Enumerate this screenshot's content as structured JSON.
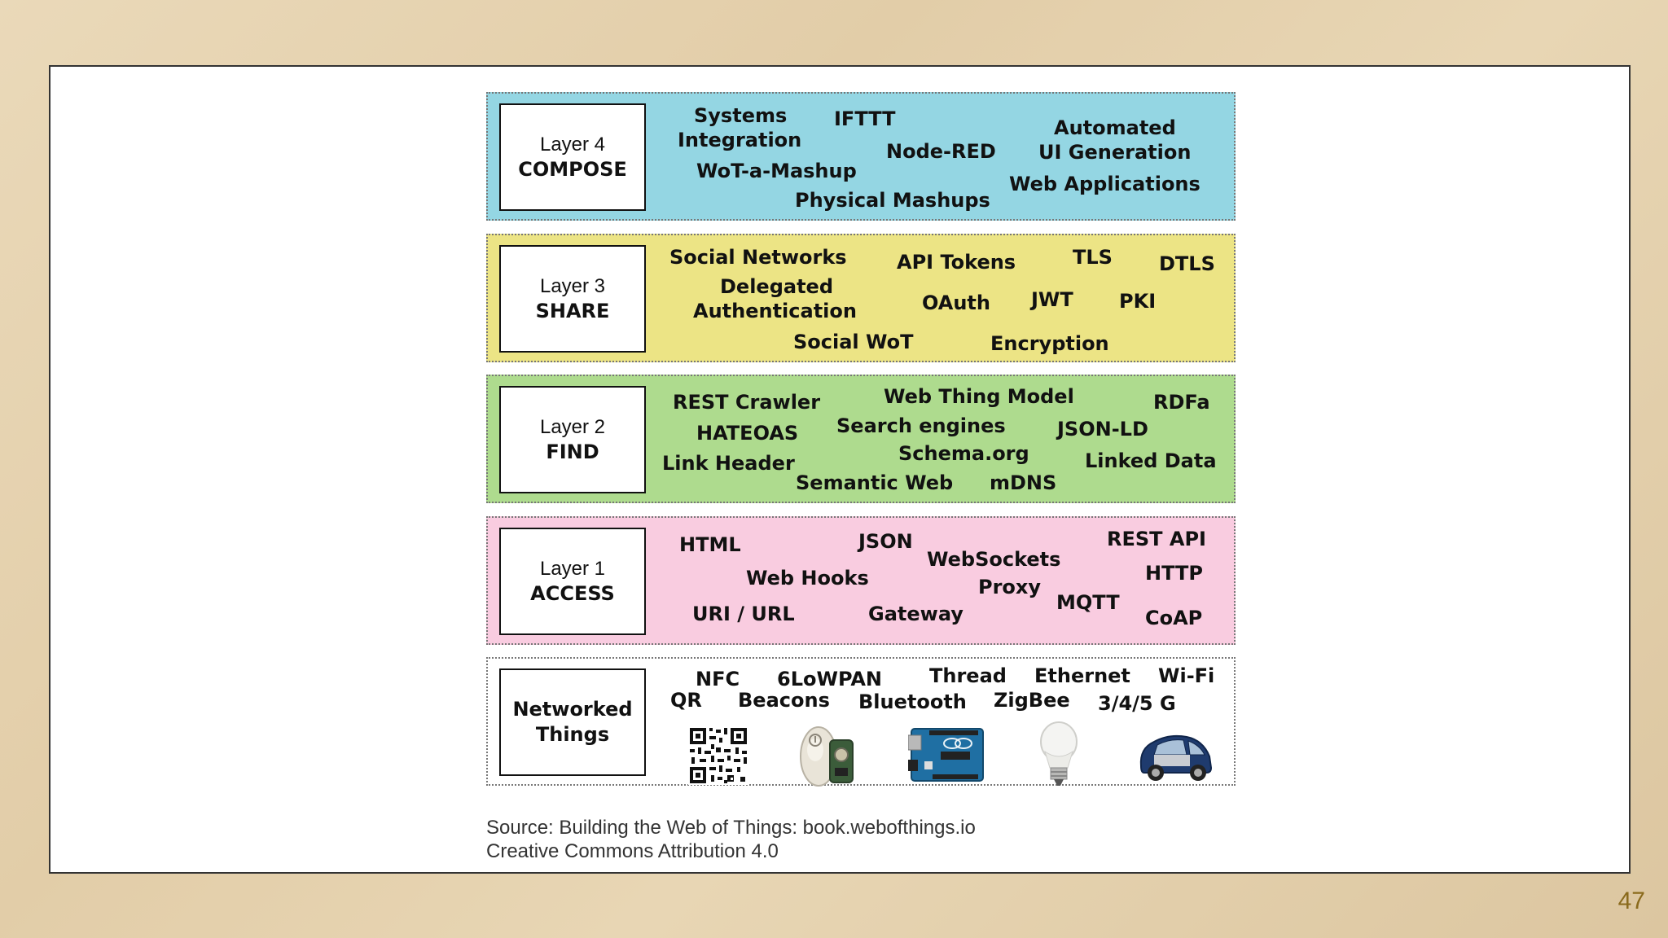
{
  "colors": {
    "layer4": "#94d6e3",
    "layer3": "#ece485",
    "layer2": "#aedb8e",
    "layer1": "#f9cce0",
    "networked": "#ffffff"
  },
  "layers": {
    "layer4": {
      "num": "Layer 4",
      "name": "COMPOSE",
      "terms": [
        "Systems",
        "Integration",
        "IFTTT",
        "Automated",
        "UI Generation",
        "Node-RED",
        "WoT-a-Mashup",
        "Physical Mashups",
        "Web Applications"
      ]
    },
    "layer3": {
      "num": "Layer 3",
      "name": "SHARE",
      "terms": [
        "Social Networks",
        "API Tokens",
        "TLS",
        "DTLS",
        "Delegated",
        "Authentication",
        "OAuth",
        "JWT",
        "PKI",
        "Social WoT",
        "Encryption"
      ]
    },
    "layer2": {
      "num": "Layer 2",
      "name": "FIND",
      "terms": [
        "REST Crawler",
        "Web Thing Model",
        "RDFa",
        "HATEOAS",
        "Search engines",
        "JSON-LD",
        "Schema.org",
        "Link Header",
        "Linked Data",
        "Semantic Web",
        "mDNS"
      ]
    },
    "layer1": {
      "num": "Layer 1",
      "name": "ACCESS",
      "terms": [
        "HTML",
        "JSON",
        "REST API",
        "WebSockets",
        "Web Hooks",
        "HTTP",
        "Proxy",
        "MQTT",
        "URI / URL",
        "Gateway",
        "CoAP"
      ]
    },
    "networked": {
      "line1": "Networked",
      "line2": "Things",
      "terms": [
        "NFC",
        "6LoWPAN",
        "Thread",
        "Ethernet",
        "Wi-Fi",
        "QR",
        "Beacons",
        "Bluetooth",
        "ZigBee",
        "3/4/5 G"
      ],
      "icons": [
        "qr-code-icon",
        "beacon-device-icon",
        "arduino-board-icon",
        "smart-bulb-icon",
        "smart-car-icon"
      ]
    }
  },
  "source": {
    "line1": "Source: Building the Web of Things: book.webofthings.io",
    "line2": "Creative Commons Attribution 4.0"
  },
  "page_number": "47"
}
